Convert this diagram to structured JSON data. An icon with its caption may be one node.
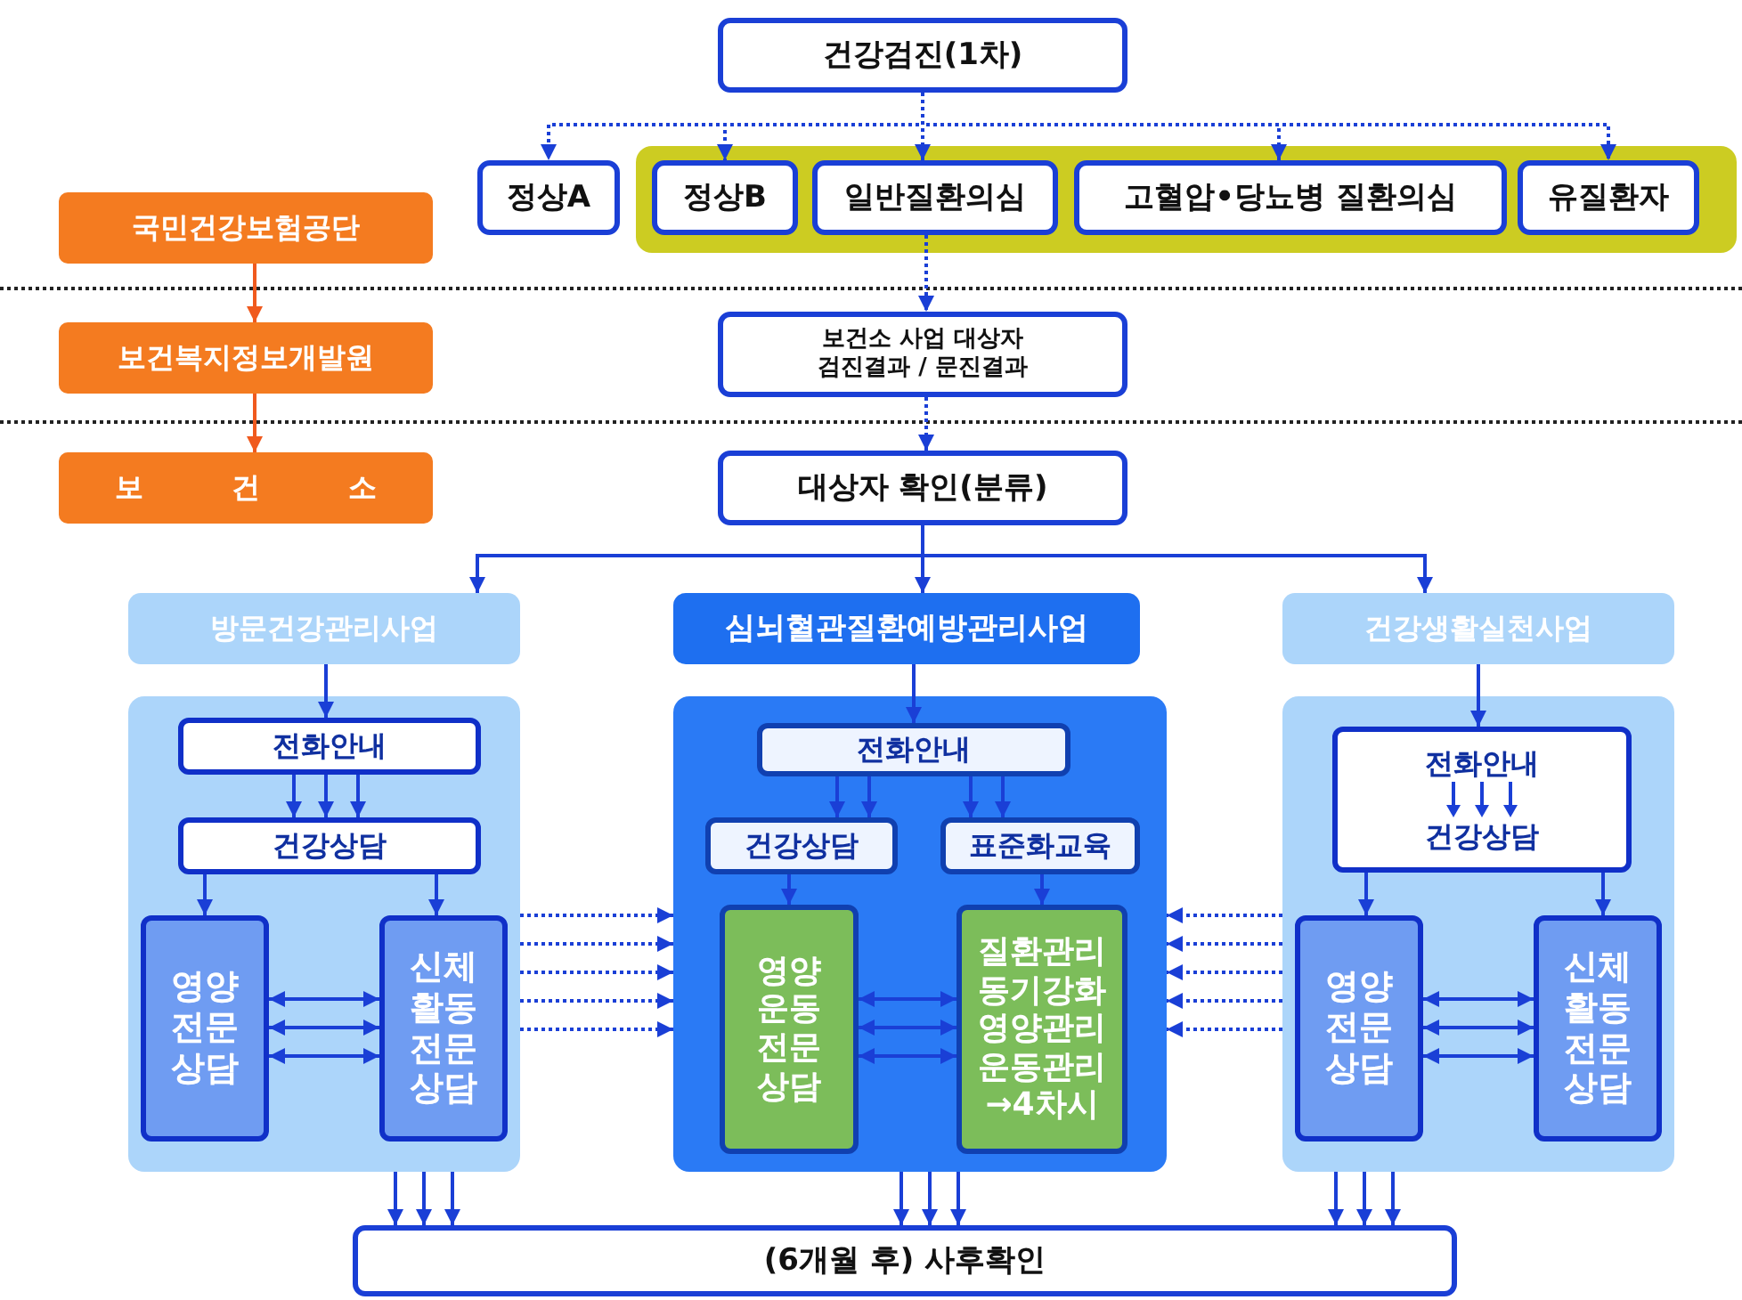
{
  "diagram": {
    "nodes": [
      {
        "text": [
          "건강검진(1차)"
        ]
      },
      {
        "text": [
          "정상A"
        ]
      },
      {
        "text": [],
        "shape": "box"
      },
      {
        "text": [
          "정상B"
        ],
        "in": 2
      },
      {
        "text": [
          "일반질환의심"
        ],
        "in": 2
      },
      {
        "text": [
          "고혈압•당뇨병 질환의심"
        ],
        "in": 2
      },
      {
        "text": [
          "유질환자"
        ],
        "in": 2
      },
      {
        "text": [
          "국민건강보험공단"
        ]
      },
      {
        "text": [
          "보건복지정보개발원"
        ]
      },
      {
        "text": [
          "보 건 소"
        ]
      },
      {
        "text": [
          "보건소 사업 대상자 검진결과 / 문진결과"
        ]
      },
      {
        "text": [
          "대상자 확인(분류)"
        ]
      },
      {
        "text": [
          "방문건강관리사업"
        ]
      },
      {
        "text": [],
        "shape": "box"
      },
      {
        "text": [
          "전화안내"
        ],
        "in": 13
      },
      {
        "text": [
          "건강상담"
        ],
        "in": 13
      },
      {
        "text": [
          "영양 전문 상담"
        ],
        "in": 13
      },
      {
        "text": [
          "신체 활동 전문 상담"
        ],
        "in": 13
      },
      {
        "text": [
          "심뇌혈관질환예방관리사업"
        ]
      },
      {
        "text": [],
        "shape": "box"
      },
      {
        "text": [
          "전화안내"
        ],
        "in": 19
      },
      {
        "text": [
          "건강상담"
        ],
        "in": 19
      },
      {
        "text": [
          "표준화교육"
        ],
        "in": 19
      },
      {
        "text": [
          "영양 운동 전문 상담"
        ],
        "in": 19
      },
      {
        "text": [
          "질환관리 동기강화 영양관리 운동관리 →4차시"
        ],
        "in": 19
      },
      {
        "text": [
          "건강생활실천사업"
        ]
      },
      {
        "text": [],
        "shape": "box"
      },
      {
        "text": [
          "전화안내",
          "건강상담"
        ],
        "in": 26
      },
      {
        "text": [
          "영양 전문 상담"
        ],
        "in": 26
      },
      {
        "text": [
          "신체 활동 전문 상담"
        ],
        "in": 26
      },
      {
        "text": [
          "(6개월 후) 사후확인"
        ]
      }
    ],
    "edges": [
      {
        "from": 0,
        "to": 1,
        "arrow": "to",
        "style": "dashed"
      },
      {
        "from": 0,
        "to": 3,
        "arrow": "to",
        "style": "dashed"
      },
      {
        "from": 0,
        "to": 4,
        "arrow": "to",
        "style": "dashed"
      },
      {
        "from": 0,
        "to": 5,
        "arrow": "to",
        "style": "dashed"
      },
      {
        "from": 0,
        "to": 6,
        "arrow": "to",
        "style": "dashed"
      },
      {
        "from": 4,
        "to": 10,
        "arrow": "to",
        "style": "dashed"
      },
      {
        "from": 10,
        "to": 11,
        "arrow": "to",
        "style": "dashed"
      },
      {
        "from": 7,
        "to": 8,
        "arrow": "to",
        "color": "#f05a1e"
      },
      {
        "from": 8,
        "to": 9,
        "arrow": "to",
        "color": "#f05a1e"
      },
      {
        "from": 11,
        "to": 12,
        "arrow": "to"
      },
      {
        "from": 11,
        "to": 18,
        "arrow": "to"
      },
      {
        "from": 11,
        "to": 25,
        "arrow": "to"
      },
      {
        "from": 12,
        "to": 14,
        "arrow": "to"
      },
      {
        "from": 14,
        "to": 15,
        "arrow": "to"
      },
      {
        "from": 14,
        "to": 15,
        "arrow": "to"
      },
      {
        "from": 14,
        "to": 15,
        "arrow": "to"
      },
      {
        "from": 15,
        "to": 16,
        "arrow": "to"
      },
      {
        "from": 15,
        "to": 17,
        "arrow": "to"
      },
      {
        "from": 16,
        "to": 17,
        "arrow": "both"
      },
      {
        "from": 16,
        "to": 17,
        "arrow": "both"
      },
      {
        "from": 16,
        "to": 17,
        "arrow": "both"
      },
      {
        "from": 13,
        "to": 19,
        "arrow": "to",
        "style": "dashed"
      },
      {
        "from": 13,
        "to": 19,
        "arrow": "to",
        "style": "dashed"
      },
      {
        "from": 13,
        "to": 19,
        "arrow": "to",
        "style": "dashed"
      },
      {
        "from": 13,
        "to": 19,
        "arrow": "to",
        "style": "dashed"
      },
      {
        "from": 13,
        "to": 19,
        "arrow": "to",
        "style": "dashed"
      },
      {
        "from": 18,
        "to": 20,
        "arrow": "to"
      },
      {
        "from": 20,
        "to": 21,
        "arrow": "to"
      },
      {
        "from": 20,
        "to": 21,
        "arrow": "to"
      },
      {
        "from": 20,
        "to": 22,
        "arrow": "to"
      },
      {
        "from": 20,
        "to": 22,
        "arrow": "to"
      },
      {
        "from": 21,
        "to": 23,
        "arrow": "to"
      },
      {
        "from": 22,
        "to": 24,
        "arrow": "to"
      },
      {
        "from": 23,
        "to": 24,
        "arrow": "both"
      },
      {
        "from": 23,
        "to": 24,
        "arrow": "both"
      },
      {
        "from": 23,
        "to": 24,
        "arrow": "both"
      },
      {
        "from": 26,
        "to": 19,
        "arrow": "to",
        "style": "dashed"
      },
      {
        "from": 26,
        "to": 19,
        "arrow": "to",
        "style": "dashed"
      },
      {
        "from": 26,
        "to": 19,
        "arrow": "to",
        "style": "dashed"
      },
      {
        "from": 26,
        "to": 19,
        "arrow": "to",
        "style": "dashed"
      },
      {
        "from": 26,
        "to": 19,
        "arrow": "to",
        "style": "dashed"
      },
      {
        "from": 25,
        "to": 27,
        "arrow": "to"
      },
      {
        "from": 27,
        "to": 28,
        "arrow": "to"
      },
      {
        "from": 27,
        "to": 29,
        "arrow": "to"
      },
      {
        "from": 28,
        "to": 29,
        "arrow": "both"
      },
      {
        "from": 28,
        "to": 29,
        "arrow": "both"
      },
      {
        "from": 28,
        "to": 29,
        "arrow": "both"
      },
      {
        "from": 13,
        "to": 30,
        "arrow": "to"
      },
      {
        "from": 13,
        "to": 30,
        "arrow": "to"
      },
      {
        "from": 13,
        "to": 30,
        "arrow": "to"
      },
      {
        "from": 19,
        "to": 30,
        "arrow": "to"
      },
      {
        "from": 19,
        "to": 30,
        "arrow": "to"
      },
      {
        "from": 19,
        "to": 30,
        "arrow": "to"
      },
      {
        "from": 26,
        "to": 30,
        "arrow": "to"
      },
      {
        "from": 26,
        "to": 30,
        "arrow": "to"
      },
      {
        "from": 26,
        "to": 30,
        "arrow": "to"
      }
    ]
  }
}
